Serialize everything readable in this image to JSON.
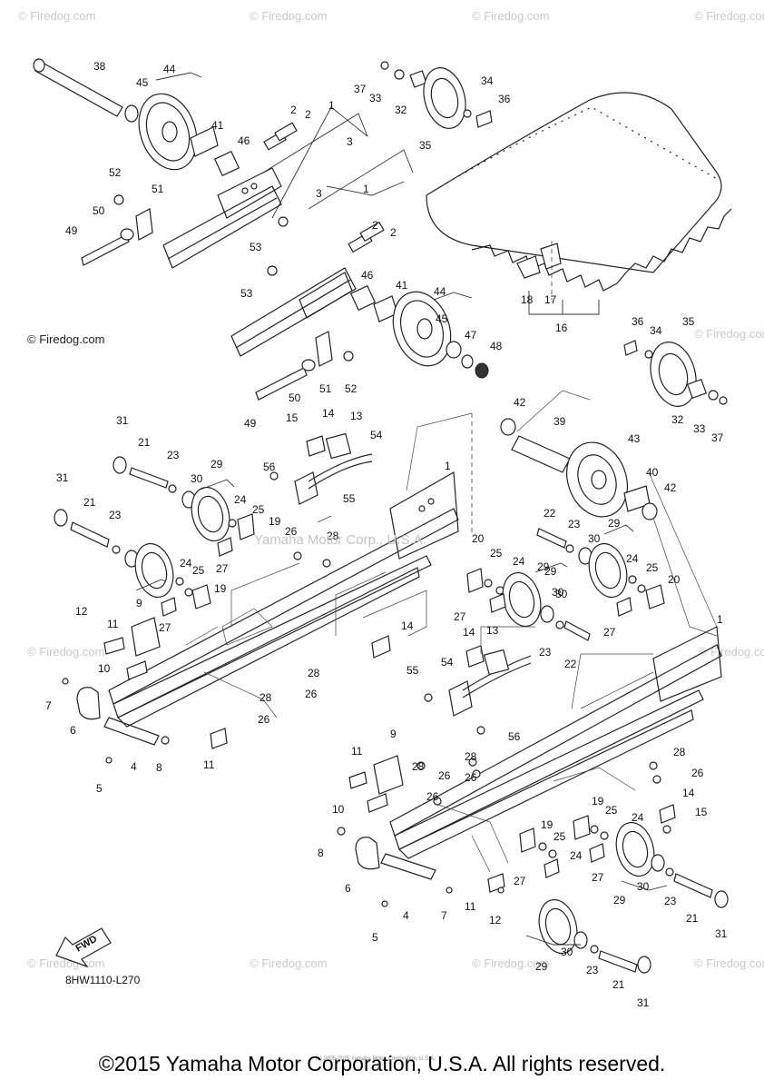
{
  "diagram": {
    "drawing_code": "8HW1110-L270",
    "fwd_label": "FWD",
    "copyright_footer": "©2015 Yamaha Motor Corporation, U.S.A. All rights reserved.",
    "center_watermark": "Yamaha Motor Corp., U.S.A.",
    "watermark_text": "© Firedog.com",
    "tiny_copyright": "(c) 2005-2015 Yamaha Motor Corporation, U.S.A.",
    "callouts": [
      {
        "id": "c38",
        "label": "38"
      },
      {
        "id": "c44a",
        "label": "44"
      },
      {
        "id": "c45a",
        "label": "45"
      },
      {
        "id": "c41a",
        "label": "41"
      },
      {
        "id": "c46a",
        "label": "46"
      },
      {
        "id": "c52a",
        "label": "52"
      },
      {
        "id": "c51a",
        "label": "51"
      },
      {
        "id": "c50a",
        "label": "50"
      },
      {
        "id": "c49a",
        "label": "49"
      },
      {
        "id": "c53a",
        "label": "53"
      },
      {
        "id": "c1a",
        "label": "1"
      },
      {
        "id": "c2a",
        "label": "2"
      },
      {
        "id": "c2b",
        "label": "2"
      },
      {
        "id": "c3a",
        "label": "3"
      },
      {
        "id": "c37a",
        "label": "37"
      },
      {
        "id": "c33a",
        "label": "33"
      },
      {
        "id": "c32a",
        "label": "32"
      },
      {
        "id": "c34a",
        "label": "34"
      },
      {
        "id": "c36a",
        "label": "36"
      },
      {
        "id": "c35a",
        "label": "35"
      },
      {
        "id": "c1b",
        "label": "1"
      },
      {
        "id": "c3b",
        "label": "3"
      },
      {
        "id": "c2c",
        "label": "2"
      },
      {
        "id": "c2d",
        "label": "2"
      },
      {
        "id": "c53b",
        "label": "53"
      },
      {
        "id": "c46b",
        "label": "46"
      },
      {
        "id": "c41b",
        "label": "41"
      },
      {
        "id": "c44b",
        "label": "44"
      },
      {
        "id": "c45b",
        "label": "45"
      },
      {
        "id": "c47",
        "label": "47"
      },
      {
        "id": "c48",
        "label": "48"
      },
      {
        "id": "c18",
        "label": "18"
      },
      {
        "id": "c17",
        "label": "17"
      },
      {
        "id": "c16",
        "label": "16"
      },
      {
        "id": "c36b",
        "label": "36"
      },
      {
        "id": "c34b",
        "label": "34"
      },
      {
        "id": "c35b",
        "label": "35"
      },
      {
        "id": "c32b",
        "label": "32"
      },
      {
        "id": "c33b",
        "label": "33"
      },
      {
        "id": "c37b",
        "label": "37"
      },
      {
        "id": "c50b",
        "label": "50"
      },
      {
        "id": "c51b",
        "label": "51"
      },
      {
        "id": "c52b",
        "label": "52"
      },
      {
        "id": "c49b",
        "label": "49"
      },
      {
        "id": "c15a",
        "label": "15"
      },
      {
        "id": "c14a",
        "label": "14"
      },
      {
        "id": "c13a",
        "label": "13"
      },
      {
        "id": "c54a",
        "label": "54"
      },
      {
        "id": "c42a",
        "label": "42"
      },
      {
        "id": "c39",
        "label": "39"
      },
      {
        "id": "c43",
        "label": "43"
      },
      {
        "id": "c40",
        "label": "40"
      },
      {
        "id": "c42b",
        "label": "42"
      },
      {
        "id": "c31a",
        "label": "31"
      },
      {
        "id": "c21a",
        "label": "21"
      },
      {
        "id": "c23a",
        "label": "23"
      },
      {
        "id": "c29a",
        "label": "29"
      },
      {
        "id": "c30a",
        "label": "30"
      },
      {
        "id": "c31b",
        "label": "31"
      },
      {
        "id": "c21b",
        "label": "21"
      },
      {
        "id": "c23b",
        "label": "23"
      },
      {
        "id": "c56a",
        "label": "56"
      },
      {
        "id": "c55a",
        "label": "55"
      },
      {
        "id": "c24a",
        "label": "24"
      },
      {
        "id": "c25a",
        "label": "25"
      },
      {
        "id": "c19a",
        "label": "19"
      },
      {
        "id": "c26a",
        "label": "26"
      },
      {
        "id": "c28a",
        "label": "28"
      },
      {
        "id": "c27a",
        "label": "27"
      },
      {
        "id": "c1c",
        "label": "1"
      },
      {
        "id": "c20a",
        "label": "20"
      },
      {
        "id": "c25b",
        "label": "25"
      },
      {
        "id": "c24b",
        "label": "24"
      },
      {
        "id": "c22a",
        "label": "22"
      },
      {
        "id": "c23c",
        "label": "23"
      },
      {
        "id": "c30b",
        "label": "30"
      },
      {
        "id": "c29b",
        "label": "29"
      },
      {
        "id": "c24c",
        "label": "24"
      },
      {
        "id": "c25c",
        "label": "25"
      },
      {
        "id": "c20b",
        "label": "20"
      },
      {
        "id": "c30c",
        "label": "30"
      },
      {
        "id": "c29c",
        "label": "29"
      },
      {
        "id": "c24d",
        "label": "24"
      },
      {
        "id": "c25d",
        "label": "25"
      },
      {
        "id": "c19b",
        "label": "19"
      },
      {
        "id": "c27b",
        "label": "27"
      },
      {
        "id": "c9a",
        "label": "9"
      },
      {
        "id": "c12a",
        "label": "12"
      },
      {
        "id": "c11a",
        "label": "11"
      },
      {
        "id": "c10a",
        "label": "10"
      },
      {
        "id": "c7a",
        "label": "7"
      },
      {
        "id": "c6a",
        "label": "6"
      },
      {
        "id": "c5a",
        "label": "5"
      },
      {
        "id": "c4a",
        "label": "4"
      },
      {
        "id": "c8a",
        "label": "8"
      },
      {
        "id": "c11b",
        "label": "11"
      },
      {
        "id": "c28b",
        "label": "28"
      },
      {
        "id": "c26b",
        "label": "26"
      },
      {
        "id": "c28c",
        "label": "28"
      },
      {
        "id": "c26c",
        "label": "26"
      },
      {
        "id": "c14b",
        "label": "14"
      },
      {
        "id": "c27c",
        "label": "27"
      },
      {
        "id": "c29d",
        "label": "29"
      },
      {
        "id": "c30d",
        "label": "30"
      },
      {
        "id": "c23d",
        "label": "23"
      },
      {
        "id": "c22b",
        "label": "22"
      },
      {
        "id": "c27d",
        "label": "27"
      },
      {
        "id": "c14c",
        "label": "14"
      },
      {
        "id": "c13b",
        "label": "13"
      },
      {
        "id": "c54b",
        "label": "54"
      },
      {
        "id": "c55b",
        "label": "55"
      },
      {
        "id": "c56b",
        "label": "56"
      },
      {
        "id": "c1d",
        "label": "1"
      },
      {
        "id": "c9b",
        "label": "9"
      },
      {
        "id": "c11c",
        "label": "11"
      },
      {
        "id": "c28d",
        "label": "28"
      },
      {
        "id": "c26d",
        "label": "26"
      },
      {
        "id": "c28e",
        "label": "28"
      },
      {
        "id": "c26e",
        "label": "26"
      },
      {
        "id": "c10b",
        "label": "10"
      },
      {
        "id": "c26f",
        "label": "26"
      },
      {
        "id": "c28f",
        "label": "28"
      },
      {
        "id": "c26g",
        "label": "26"
      },
      {
        "id": "c14d",
        "label": "14"
      },
      {
        "id": "c15b",
        "label": "15"
      },
      {
        "id": "c19c",
        "label": "19"
      },
      {
        "id": "c25e",
        "label": "25"
      },
      {
        "id": "c24e",
        "label": "24"
      },
      {
        "id": "c19d",
        "label": "19"
      },
      {
        "id": "c25f",
        "label": "25"
      },
      {
        "id": "c24f",
        "label": "24"
      },
      {
        "id": "c8b",
        "label": "8"
      },
      {
        "id": "c6b",
        "label": "6"
      },
      {
        "id": "c27e",
        "label": "27"
      },
      {
        "id": "c27f",
        "label": "27"
      },
      {
        "id": "c30e",
        "label": "30"
      },
      {
        "id": "c29e",
        "label": "29"
      },
      {
        "id": "c23e",
        "label": "23"
      },
      {
        "id": "c21c",
        "label": "21"
      },
      {
        "id": "c31c",
        "label": "31"
      },
      {
        "id": "c4b",
        "label": "4"
      },
      {
        "id": "c7b",
        "label": "7"
      },
      {
        "id": "c11d",
        "label": "11"
      },
      {
        "id": "c12b",
        "label": "12"
      },
      {
        "id": "c5b",
        "label": "5"
      },
      {
        "id": "c29f",
        "label": "29"
      },
      {
        "id": "c30f",
        "label": "30"
      },
      {
        "id": "c23f",
        "label": "23"
      },
      {
        "id": "c21d",
        "label": "21"
      },
      {
        "id": "c31d",
        "label": "31"
      }
    ]
  }
}
